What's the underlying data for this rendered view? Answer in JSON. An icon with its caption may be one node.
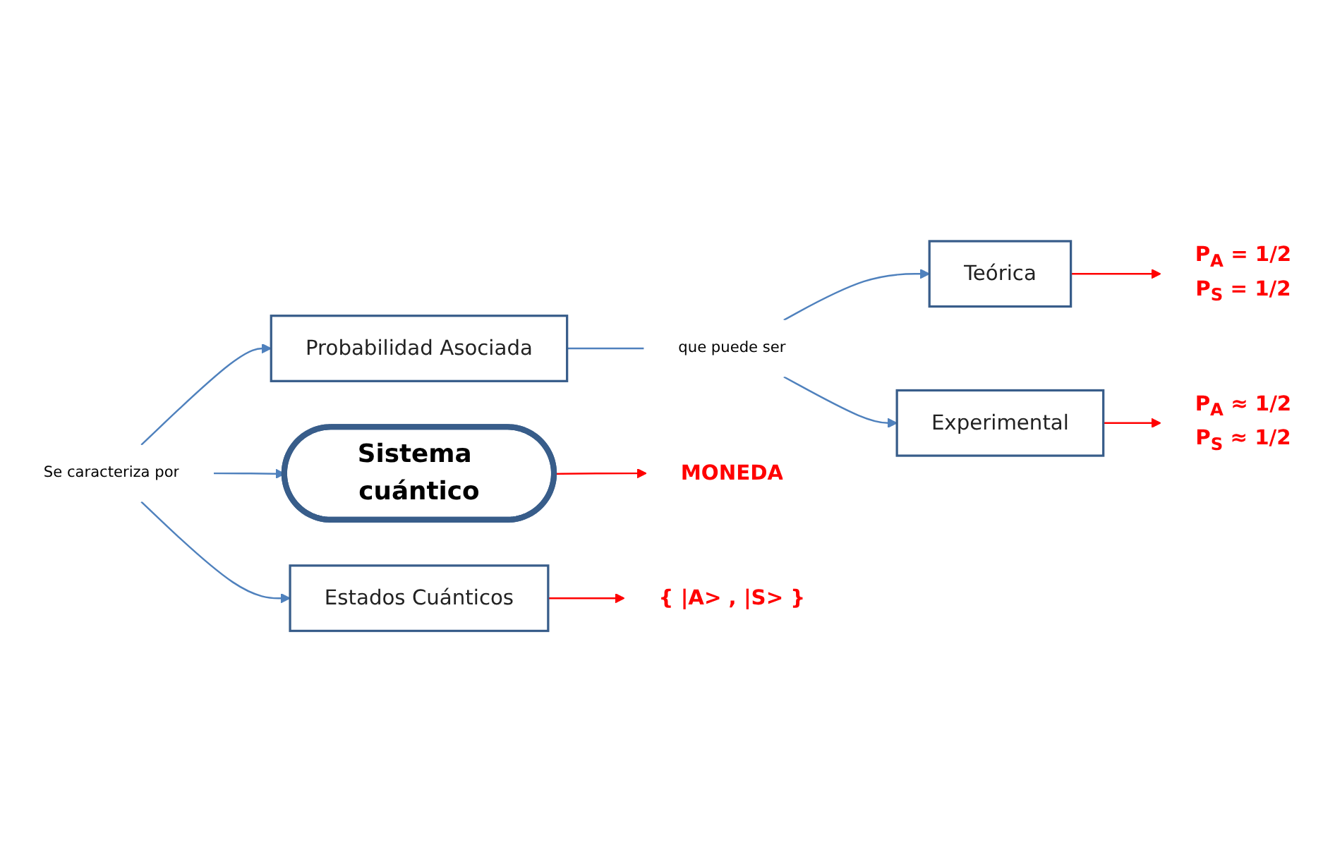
{
  "diagram": {
    "nodes": [
      {
        "text": [
          "Sistema cuántico"
        ]
      },
      {
        "text": [
          "Se caracteriza por"
        ]
      },
      {
        "text": [
          "Probabilidad Asociada"
        ]
      },
      {
        "text": [
          "Estados Cuánticos"
        ]
      },
      {
        "text": [
          "que puede ser"
        ]
      },
      {
        "text": [
          "Teórica"
        ]
      },
      {
        "text": [
          "Experimental"
        ]
      },
      {
        "text": [
          "P$_{A}$ = 1/2",
          "P$_{S}$ = 1/2"
        ]
      },
      {
        "text": [
          "P$_{A}$ ≈ 1/2",
          "P$_{S}$ ≈ 1/2"
        ]
      },
      {
        "text": [
          "MONEDA"
        ]
      },
      {
        "text": [
          "{  |A> , |S> }"
        ]
      }
    ],
    "edges": [
      {
        "from": 1,
        "to": 0,
        "arrow": "to"
      },
      {
        "from": 1,
        "to": 2,
        "arrow": "to"
      },
      {
        "from": 1,
        "to": 3,
        "arrow": "to"
      },
      {
        "from": 2,
        "to": 4,
        "arrow": "none"
      },
      {
        "from": 4,
        "to": 5,
        "arrow": "to"
      },
      {
        "from": 4,
        "to": 6,
        "arrow": "to"
      },
      {
        "from": 5,
        "to": 7,
        "arrow": "to",
        "color": "#ff0000"
      },
      {
        "from": 6,
        "to": 8,
        "arrow": "to",
        "color": "#ff0000"
      },
      {
        "from": 0,
        "to": 9,
        "arrow": "to",
        "color": "#ff0000"
      },
      {
        "from": 3,
        "to": 10,
        "arrow": "to",
        "color": "#ff0000"
      }
    ]
  }
}
